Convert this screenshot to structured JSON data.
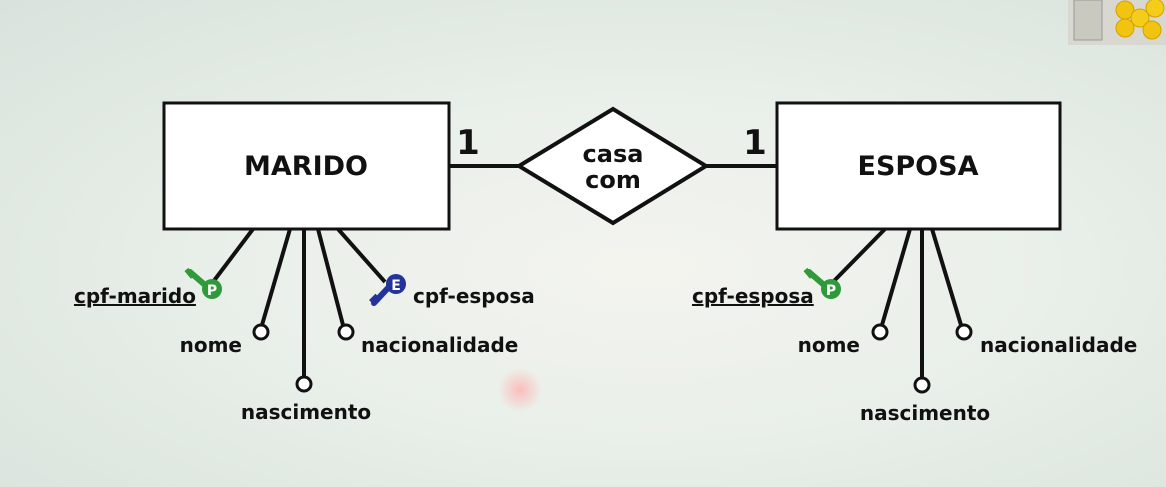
{
  "diagram": {
    "entities": [
      {
        "id": "marido",
        "name": "MARIDO"
      },
      {
        "id": "esposa",
        "name": "ESPOSA"
      }
    ],
    "relationship": {
      "name_line1": "casa",
      "name_line2": "com",
      "cardinality_left": "1",
      "cardinality_right": "1"
    },
    "marido_attributes": {
      "primary_key": "cpf-marido",
      "primary_key_badge": "P",
      "foreign_key": "cpf-esposa",
      "foreign_key_badge": "E",
      "nome": "nome",
      "nascimento": "nascimento",
      "nacionalidade": "nacionalidade"
    },
    "esposa_attributes": {
      "primary_key": "cpf-esposa",
      "primary_key_badge": "P",
      "nome": "nome",
      "nascimento": "nascimento",
      "nacionalidade": "nacionalidade"
    },
    "colors": {
      "line": "#111111",
      "pk_key": "#2e9a3a",
      "fk_key": "#23339a"
    }
  }
}
